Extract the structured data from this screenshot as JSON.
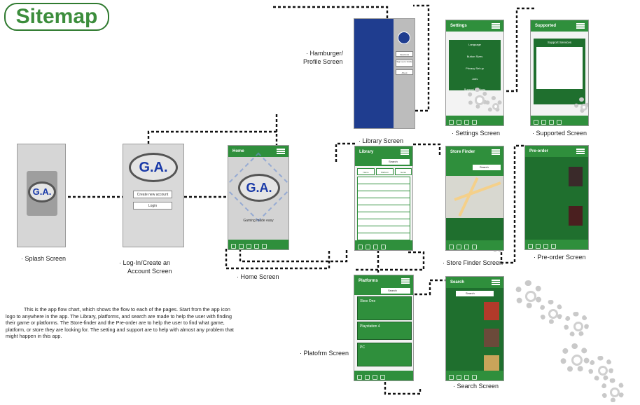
{
  "title": "Sitemap",
  "description": "This is the app flow chart, which shows the flow to each of the pages. Start from the app icon logo to anywhere in the app. The Library, platforms, and search are made to help the user with finding their game or platforms. The Store-finder and the Pre-order are to help the user to find what game, platform, or store they are looking for. The setting and support are to help with almost any problem that might happen in this app.",
  "logo_text": "G.A.",
  "screens": {
    "splash": {
      "caption": "· Splash Screen"
    },
    "login": {
      "caption_1": "· Log-In/Create an",
      "caption_2": "Account Screen",
      "create_btn": "Create new account",
      "login_btn": "Login"
    },
    "home": {
      "caption": "· Home Screen",
      "header": "Home",
      "tagline": "Gaming made easy"
    },
    "hamburger": {
      "caption_1": "· Hamburger/",
      "caption_2": "Profile Screen",
      "items": [
        "Facebook",
        "Sign up to Inside",
        "About"
      ]
    },
    "library": {
      "caption": "· Library Screen",
      "header": "Library",
      "search": "Search",
      "columns": [
        "Name",
        "Platform",
        "Genre"
      ]
    },
    "platforms": {
      "caption": "· Platofrm Screen",
      "header": "Platforms",
      "search": "Search",
      "items": [
        "Xbox One",
        "Playstation 4",
        "PC"
      ]
    },
    "settings": {
      "caption": "· Settings Screen",
      "header": "Settings",
      "rows": [
        "Language",
        "Button Sizes",
        "Privacy Set up",
        "Jobs",
        "Support Services"
      ]
    },
    "supported": {
      "caption": "· Supported Screen",
      "header": "Supported",
      "panel_title": "Support Services"
    },
    "store_finder": {
      "caption": "· Store Finder Screen",
      "header": "Store Finder",
      "search": "Search"
    },
    "search": {
      "caption": "· Search Screen",
      "header": "Search",
      "search": "Search"
    },
    "preorder": {
      "caption": "· Pre-order Screen",
      "header": "Pre-order"
    }
  },
  "colors": {
    "accent": "#2f8f3c",
    "title": "#3c8d3c",
    "dark_green": "#1f6f2e",
    "profile_blue": "#1f3d8f"
  }
}
